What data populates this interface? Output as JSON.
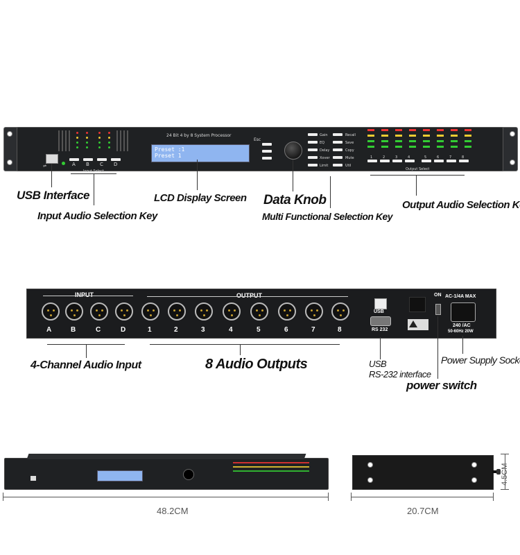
{
  "front_panel": {
    "title": "24 Bit  4 by 8 System Processor",
    "lcd_line1": "Preset :1",
    "lcd_line2": "Preset 1",
    "esc_label": "Esc",
    "menu_left": [
      "Gain",
      "EQ",
      "Delay",
      "Xover",
      "Limit"
    ],
    "menu_right": [
      "Recall",
      "Save",
      "Copy",
      "Mute",
      "Util"
    ],
    "input_keys": [
      "A",
      "B",
      "C",
      "D"
    ],
    "input_select_label": "Input Select",
    "output_keys": [
      "1",
      "2",
      "3",
      "4",
      "5",
      "6",
      "7",
      "8"
    ],
    "output_select_label": "Output Select"
  },
  "front_labels": {
    "usb": "USB Interface",
    "input_key": "Input Audio Selection Key",
    "lcd": "LCD Display Screen",
    "knob": "Data Knob",
    "multi": "Multi Functional Selection Key",
    "output_key": "Output Audio Selection Key"
  },
  "rear_panel": {
    "input_title": "INPUT",
    "output_title": "OUTPUT",
    "inputs": [
      "A",
      "B",
      "C",
      "D"
    ],
    "outputs": [
      "1",
      "2",
      "3",
      "4",
      "5",
      "6",
      "7",
      "8"
    ],
    "usb_label": "USB",
    "rs232_label": "RS 232",
    "on_label": "ON",
    "power_rating": "AC-1/4A MAX",
    "voltage": "240 /AC",
    "frequency": "50-60Hz 20W"
  },
  "rear_labels": {
    "inputs": "4-Channel Audio Input",
    "outputs": "8 Audio Outputs",
    "usb": "USB",
    "rs232": "RS-232 interface",
    "switch": "power switch",
    "socket": "Power Supply Socket"
  },
  "dimensions": {
    "width": "48.2CM",
    "depth": "20.7CM",
    "height": "4.5CM"
  }
}
